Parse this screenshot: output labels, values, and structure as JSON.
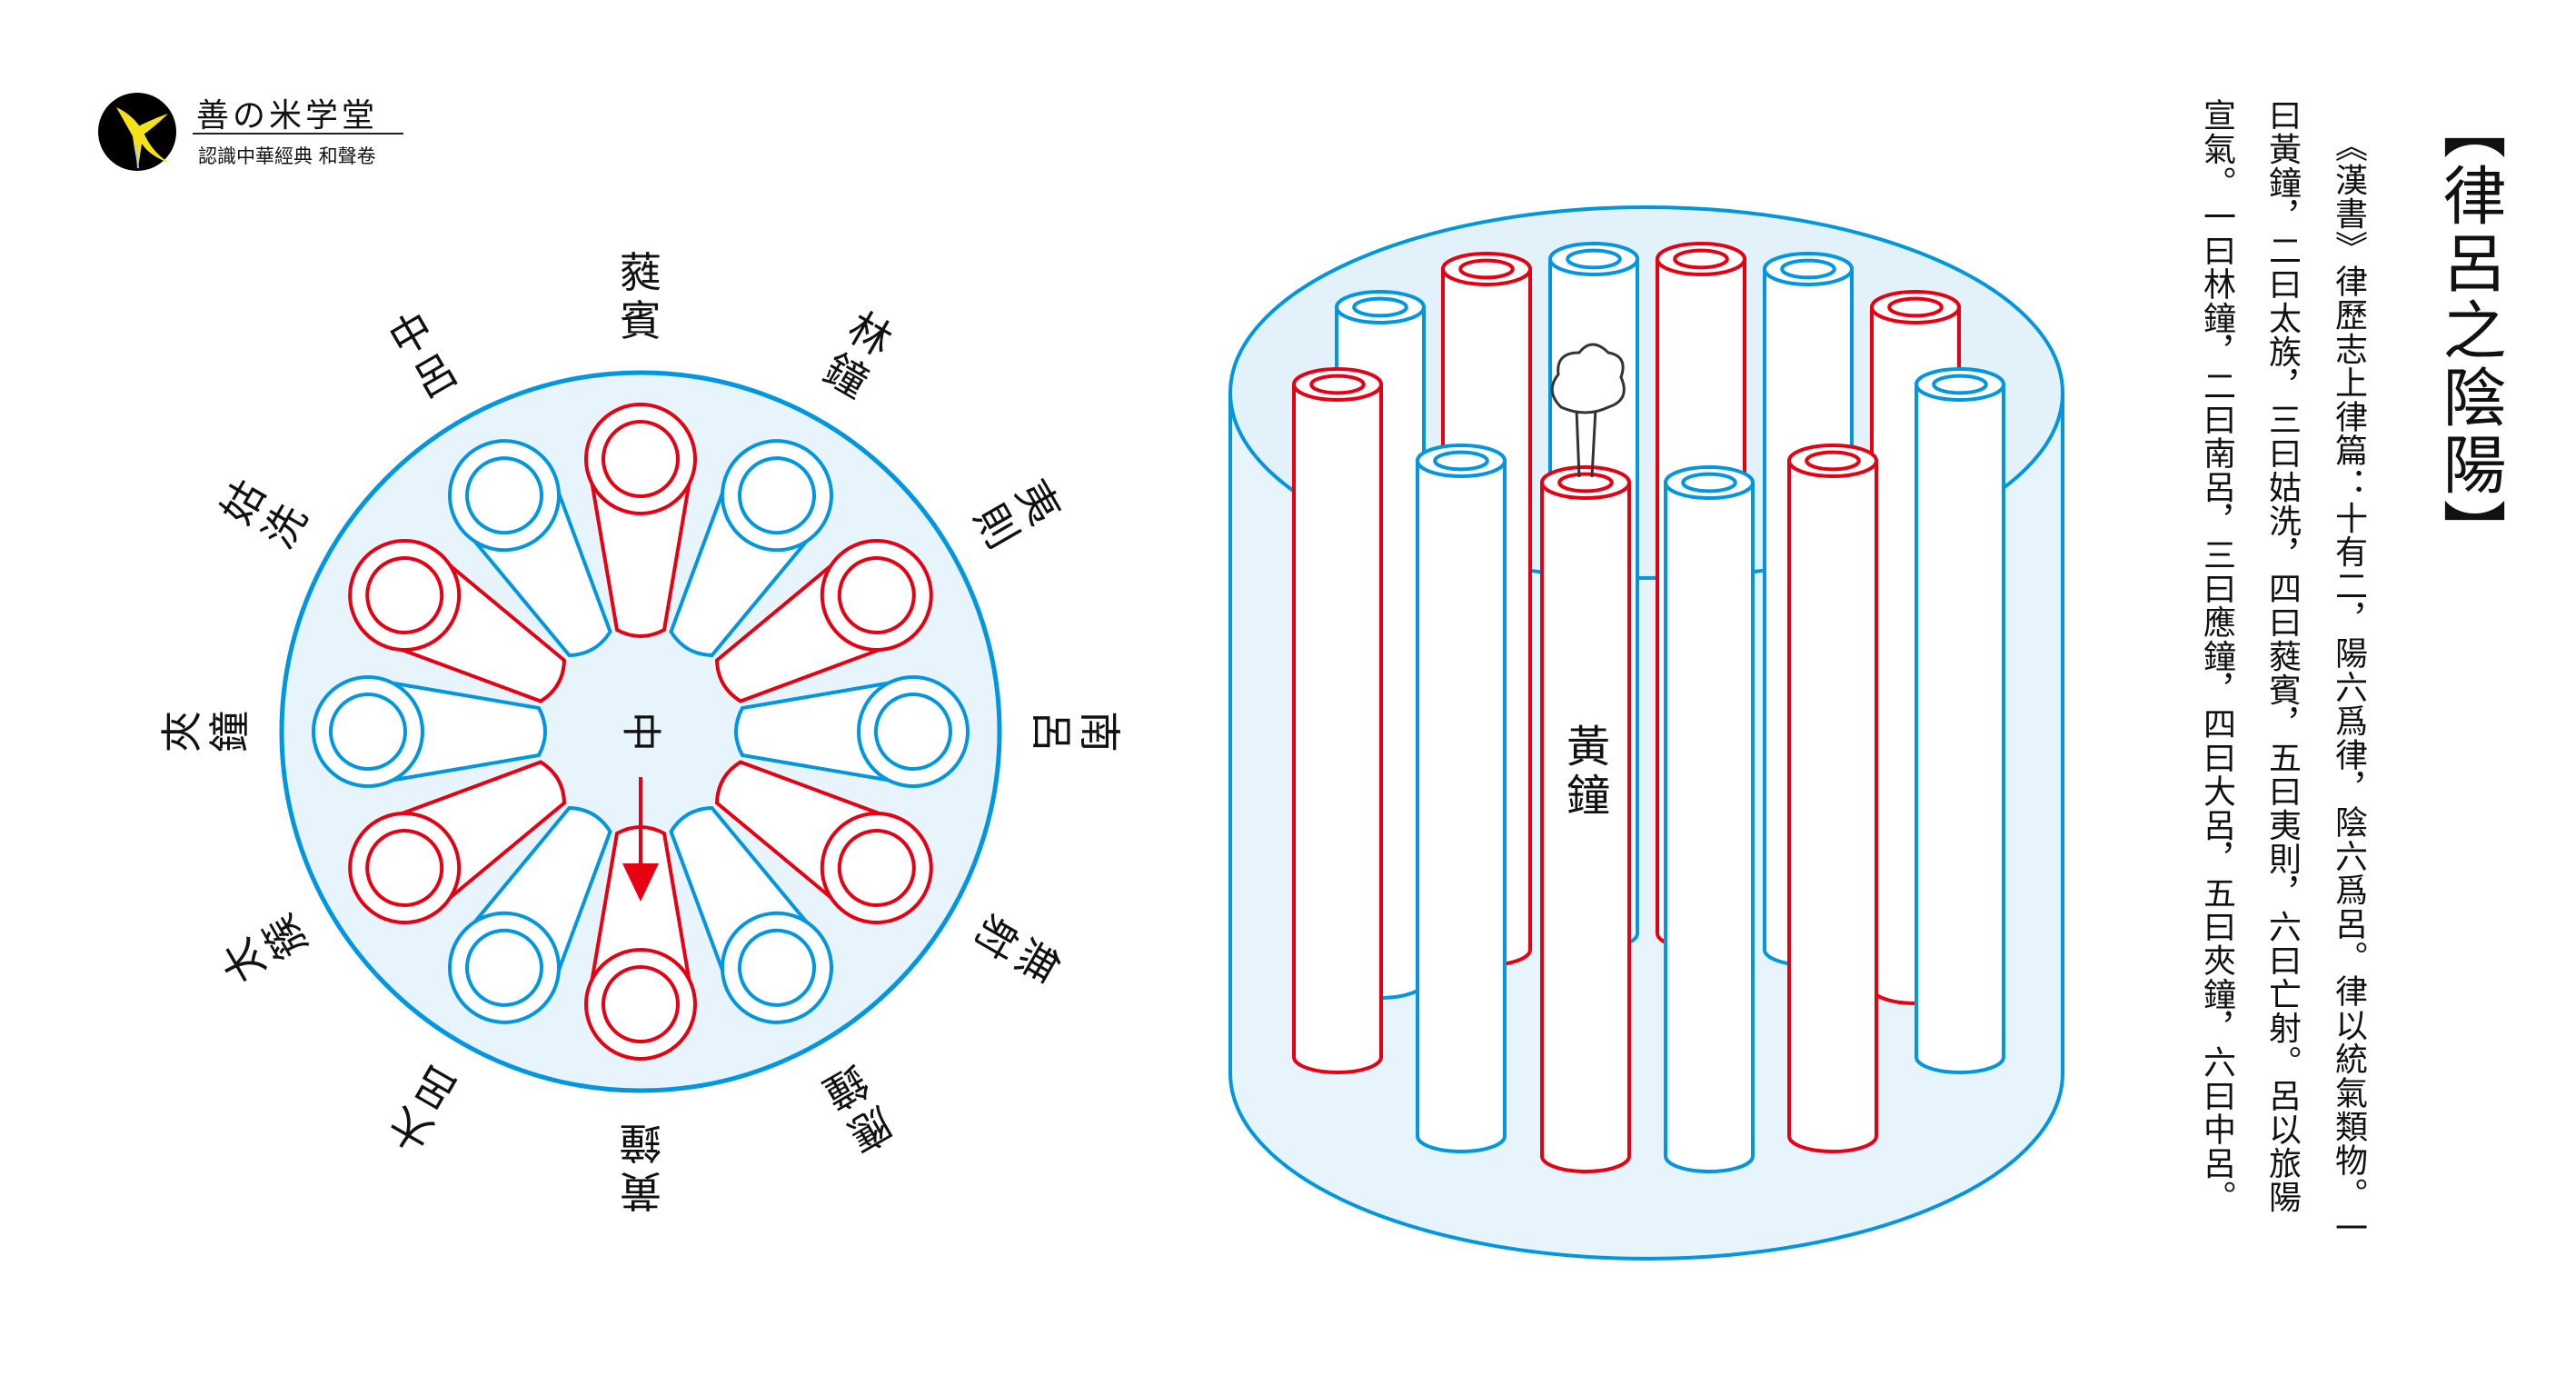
{
  "logo": {
    "name": "善の米学堂",
    "subtitle": "認識中華經典 和聲卷"
  },
  "title": "【律呂之陰陽】",
  "body_columns": [
    "《漢書》律歷志上律篇：十有二，陽六爲律，陰六爲呂。律以統氣類物。一",
    "曰黃鐘，二曰太族，三曰姑洗，四曰蕤賓，五曰夷則，六曰亡射。呂以旅陽",
    "宣氣。一曰林鐘，二曰南呂，三曰應鐘，四曰大呂，五曰夾鐘，六曰中呂。"
  ],
  "wheel": {
    "center_label": "中",
    "labels": [
      "蕤賓",
      "林鐘",
      "夷則",
      "南呂",
      "無射",
      "應鐘",
      "黃鐘",
      "大呂",
      "太簇",
      "夾鐘",
      "姑洗",
      "中呂"
    ],
    "tube_colors": [
      "red",
      "blue",
      "red",
      "blue",
      "red",
      "blue",
      "red",
      "blue",
      "red",
      "blue",
      "red",
      "blue"
    ]
  },
  "cylinder": {
    "label": "黃鐘"
  },
  "colors": {
    "red": "#e60012",
    "blue": "#0096e0",
    "fill": "#e8f4fb"
  }
}
